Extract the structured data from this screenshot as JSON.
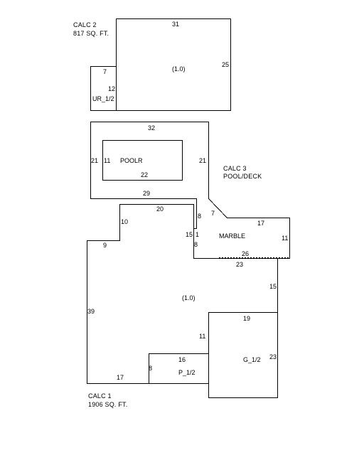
{
  "calc2": {
    "title": "CALC 2",
    "area": "817 SQ. FT.",
    "factor": "(1.0)",
    "dims": {
      "top": "31",
      "right": "25",
      "small_top": "7",
      "small_side": "12"
    },
    "sub_label": "UR_1/2"
  },
  "calc3": {
    "title": "CALC 3",
    "subtitle": "POOL/DECK",
    "dims": {
      "top": "32",
      "left": "21",
      "right": "21",
      "bottom": "29",
      "pool_left": "11",
      "pool_bottom": "22",
      "diag": "7",
      "notch": "8",
      "notch_left": "1",
      "marble_top": "17",
      "marble_right": "11",
      "marble_bottom": "26"
    },
    "pool_label": "POOLR",
    "marble_label": "MARBLE"
  },
  "calc1": {
    "title": "CALC 1",
    "area": "1906 SQ. FT.",
    "factor": "(1.0)",
    "dims": {
      "top": "20",
      "step": "10",
      "left_top": "9",
      "left": "39",
      "bottom": "17",
      "inner_15": "15",
      "inner_8": "8",
      "right_top": "23",
      "right": "15",
      "garage_top": "19",
      "garage_right": "23",
      "garage_left": "11",
      "porch_top": "16",
      "porch_left": "8"
    },
    "garage_label": "G_1/2",
    "porch_label": "P_1/2"
  }
}
